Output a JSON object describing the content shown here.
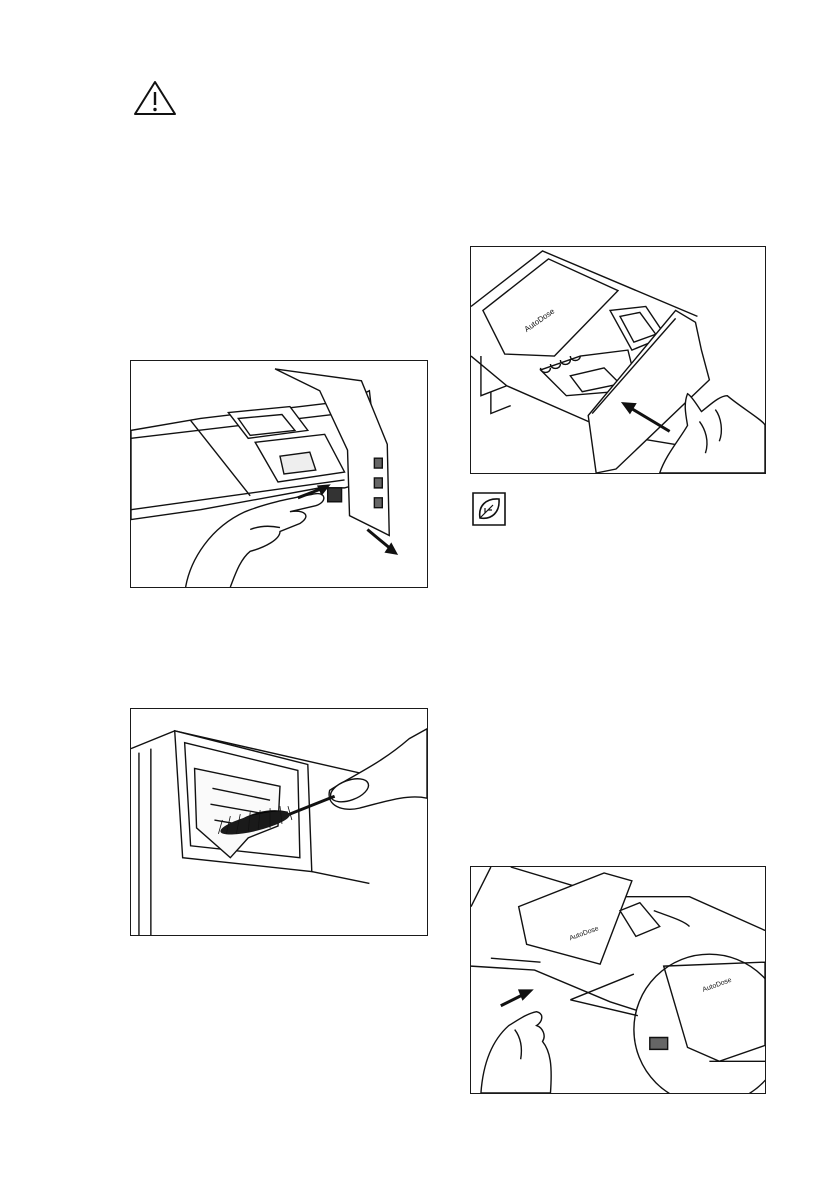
{
  "figures": [
    {
      "drawer_label": "AutoDose"
    },
    {},
    {
      "drawer_label": "AutoDose"
    },
    {
      "drawer_label": "AutoDose",
      "inset_label": "AutoDose"
    }
  ],
  "icons": {
    "warning": "warning-triangle-icon",
    "eco": "leaf-icon"
  }
}
